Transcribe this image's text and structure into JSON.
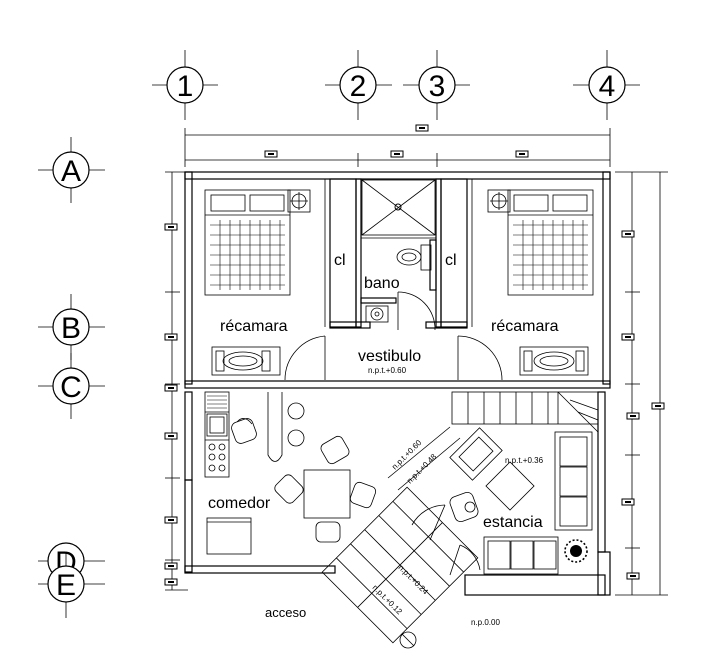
{
  "grid_axes": {
    "columns": [
      "1",
      "2",
      "3",
      "4"
    ],
    "rows": [
      "A",
      "B",
      "C",
      "D",
      "E"
    ]
  },
  "rooms": {
    "bedroom_left": "récamara",
    "bedroom_right": "récamara",
    "closet_left": "cl",
    "closet_right": "cl",
    "bathroom": "bano",
    "vestibule": "vestibulo",
    "dining": "comedor",
    "living": "estancia",
    "access": "acceso"
  },
  "levels": {
    "vestibule_level": "n.p.t.+0.60",
    "stair_upper": "n.p.t.+0.60",
    "stair_mid": "n.p.t.+0.48",
    "living_level": "n.p.t.+0.36",
    "entry_level": "n.p.0.00",
    "step_1": "n.p.t.+0.24",
    "step_2": "n.p.t.+0.12"
  }
}
